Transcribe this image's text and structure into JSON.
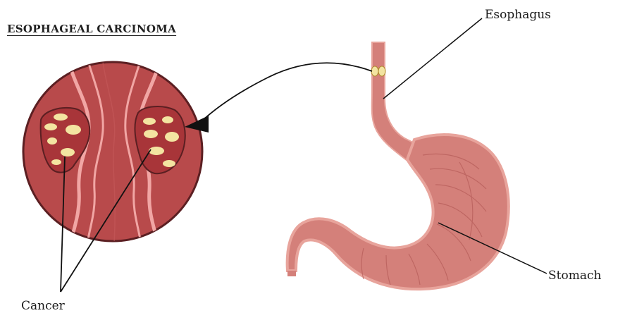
{
  "diagram": {
    "title": "ESOPHAGEAL CARCINOMA",
    "labels": {
      "esophagus": "Esophagus",
      "stomach": "Stomach",
      "cancer": "Cancer"
    }
  },
  "colors": {
    "tissue": "#b84a4b",
    "tissue_light": "#f1a6a4",
    "tumor": "#a83539",
    "tumor_nodule": "#f3e4a1",
    "stomach": "#d4807a",
    "stomach_outline": "#e8a49c",
    "lines": "#111111"
  }
}
